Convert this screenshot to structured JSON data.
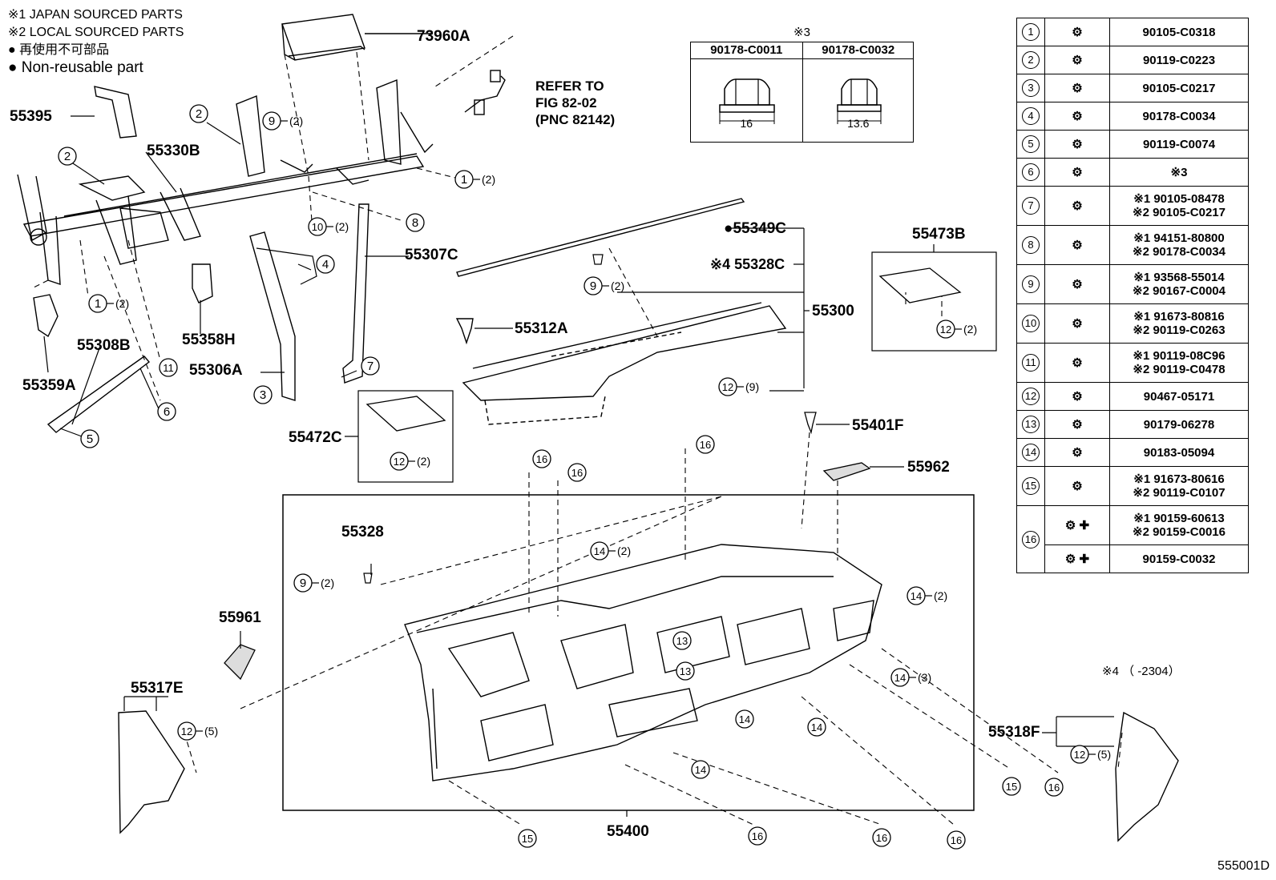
{
  "notes": {
    "line1": "※1 JAPAN SOURCED PARTS",
    "line2": "※2 LOCAL SOURCED PARTS",
    "line3": "● 再使用不可部品",
    "line4": "● Non-reusable part"
  },
  "drawing_id": "555001D",
  "footnote_4": "※4 （ -2304）",
  "refer": {
    "l1": "REFER TO",
    "l2": "FIG 82-02",
    "l3": "(PNC 82142)"
  },
  "nut_box": {
    "header": "※3",
    "left_pn": "90178-C0011",
    "right_pn": "90178-C0032",
    "left_dim": "16",
    "right_dim": "13.6"
  },
  "part_labels": {
    "p73960A": "73960A",
    "p55395": "55395",
    "p55330B": "55330B",
    "p55358H": "55358H",
    "p55307C": "55307C",
    "p55306A": "55306A",
    "p55308B": "55308B",
    "p55359A": "55359A",
    "p55472C": "55472C",
    "p55349C": "●55349C",
    "p55328C": "※4 55328C",
    "p55300": "55300",
    "p55312A": "55312A",
    "p55473B": "55473B",
    "p55401F": "55401F",
    "p55962": "55962",
    "p55328": "55328",
    "p55961": "55961",
    "p55317E": "55317E",
    "p55318F": "55318F",
    "p55400": "55400"
  },
  "callouts": {
    "c_9_2_a": "(2)",
    "c_2_a": "2",
    "c_2_b": "2",
    "c_1_2_a": "(2)",
    "c_10_2": "(2)",
    "c_8": "8",
    "c_4": "4",
    "c_1_2_b": "(2)",
    "c_11": "11",
    "c_6": "6",
    "c_5": "5",
    "c_3": "3",
    "c_7": "7",
    "c_12_2_a": "(2)",
    "c_9_2_b": "(2)",
    "c_12_9": "(9)",
    "c_12_2_b": "(2)",
    "c_9_2_c": "(2)",
    "c_14_2_a": "(2)",
    "c_14_2_b": "(2)",
    "c_14_3": "(3)",
    "c_12_5_a": "(5)",
    "c_12_5_b": "(5)"
  },
  "legend": {
    "rows": [
      {
        "num": "1",
        "pn1": "90105-C0318",
        "pn2": ""
      },
      {
        "num": "2",
        "pn1": "90119-C0223",
        "pn2": ""
      },
      {
        "num": "3",
        "pn1": "90105-C0217",
        "pn2": ""
      },
      {
        "num": "4",
        "pn1": "90178-C0034",
        "pn2": ""
      },
      {
        "num": "5",
        "pn1": "90119-C0074",
        "pn2": ""
      },
      {
        "num": "6",
        "pn1": "※3",
        "pn2": ""
      },
      {
        "num": "7",
        "pn1": "※1 90105-08478",
        "pn2": "※2 90105-C0217"
      },
      {
        "num": "8",
        "pn1": "※1 94151-80800",
        "pn2": "※2 90178-C0034"
      },
      {
        "num": "9",
        "pn1": "※1 93568-55014",
        "pn2": "※2 90167-C0004"
      },
      {
        "num": "10",
        "pn1": "※1 91673-80816",
        "pn2": "※2 90119-C0263"
      },
      {
        "num": "11",
        "pn1": "※1 90119-08C96",
        "pn2": "※2 90119-C0478"
      },
      {
        "num": "12",
        "pn1": "90467-05171",
        "pn2": ""
      },
      {
        "num": "13",
        "pn1": "90179-06278",
        "pn2": ""
      },
      {
        "num": "14",
        "pn1": "90183-05094",
        "pn2": ""
      },
      {
        "num": "15",
        "pn1": "※1 91673-80616",
        "pn2": "※2 90119-C0107"
      },
      {
        "num": "16",
        "pn1": "※1 90159-60613",
        "pn2": "※2 90159-C0016",
        "pn3": "90159-C0032"
      }
    ]
  }
}
